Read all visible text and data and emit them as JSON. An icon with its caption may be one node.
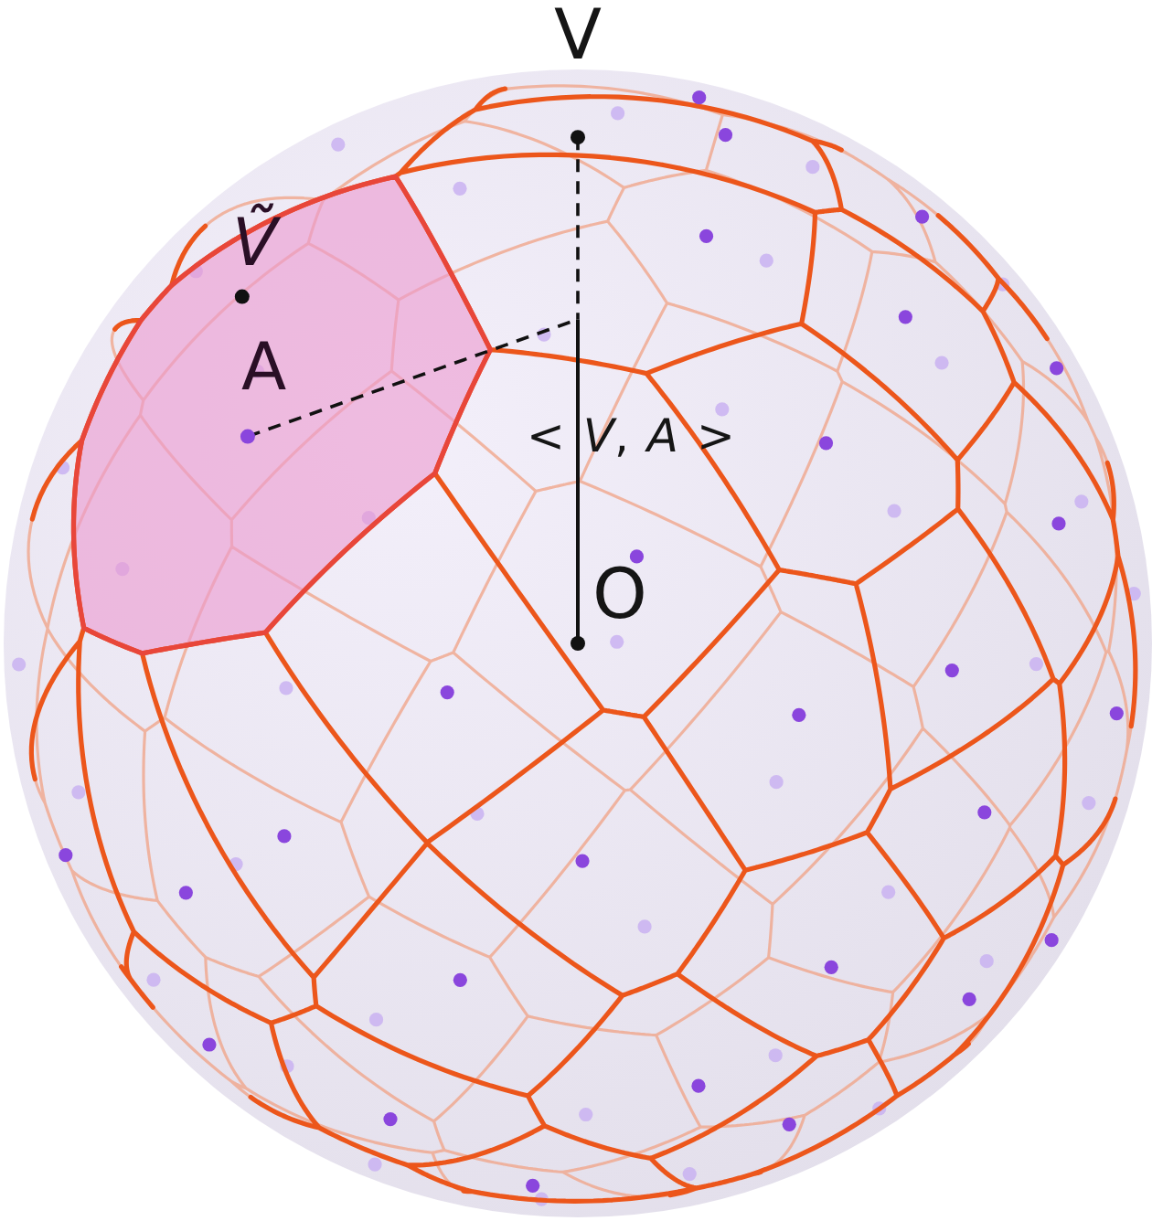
{
  "diagram": {
    "labels": [
      "V",
      "Ṽ",
      "A",
      "< *V*, *A* >",
      "O"
    ]
  }
}
